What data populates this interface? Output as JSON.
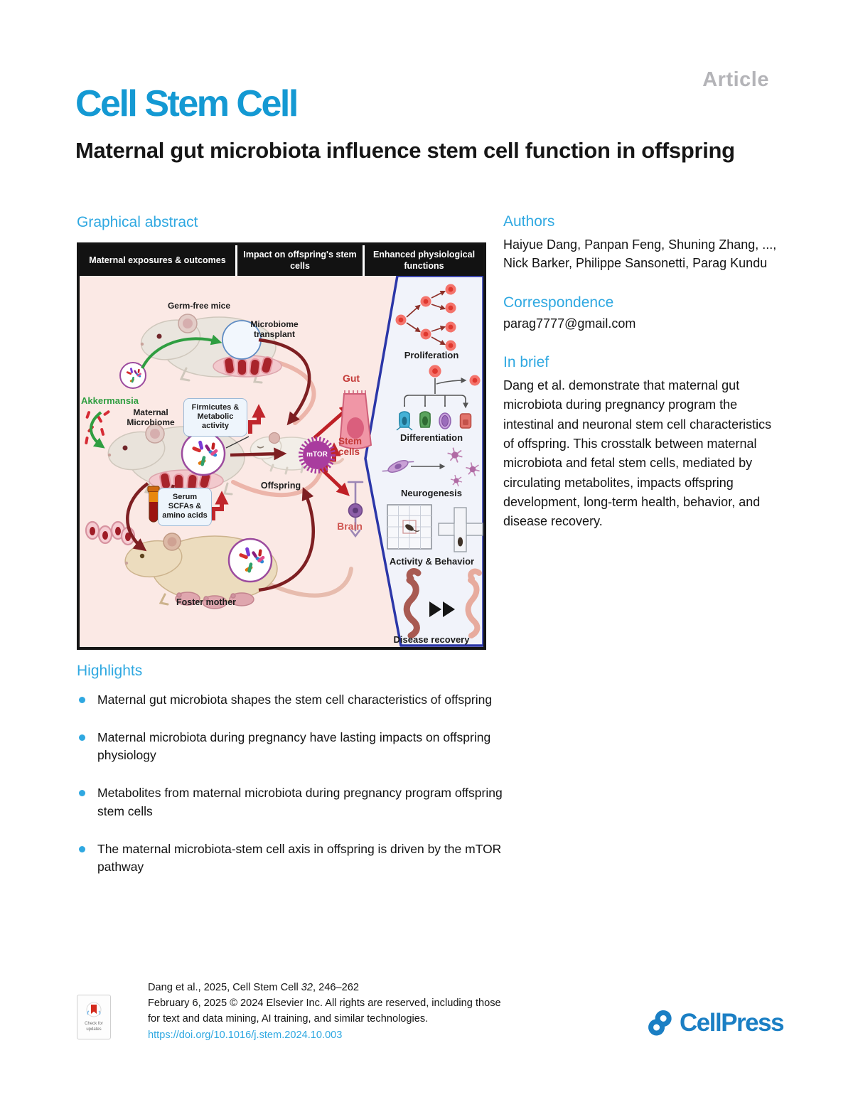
{
  "header": {
    "article_tag": "Article",
    "journal": "Cell Stem Cell",
    "title": "Maternal gut microbiota influence stem cell function in offspring"
  },
  "ga": {
    "heading": "Graphical abstract",
    "col_headers": [
      "Maternal exposures & outcomes",
      "Impact on offspring's stem cells",
      "Enhanced physiological functions"
    ],
    "labels": {
      "germ_free_mice": "Germ-free mice",
      "microbiome_transplant": "Microbiome transplant",
      "akkermansia": "Akkermansia",
      "maternal_microbiome": "Maternal Microbiome",
      "firmicutes": "Firmicutes & Metabolic activity",
      "serum": "Serum SCFAs & amino acids",
      "offspring": "Offspring",
      "foster_mother": "Foster mother",
      "mtor": "mTOR",
      "gut": "Gut",
      "stem_cells": "Stem cells",
      "brain": "Brain",
      "proliferation": "Proliferation",
      "differentiation": "Differentiation",
      "neurogenesis": "Neurogenesis",
      "activity_behavior": "Activity & Behavior",
      "disease_recovery": "Disease recovery"
    }
  },
  "right": {
    "authors_heading": "Authors",
    "authors": "Haiyue Dang, Panpan Feng, Shuning Zhang, ..., Nick Barker, Philippe Sansonetti, Parag Kundu",
    "correspondence_heading": "Correspondence",
    "email": "parag7777@gmail.com",
    "in_brief_heading": "In brief",
    "in_brief": "Dang et al. demonstrate that maternal gut microbiota during pregnancy program the intestinal and neuronal stem cell characteristics of offspring. This crosstalk between maternal microbiota and fetal stem cells, mediated by circulating metabolites, impacts offspring development, long-term health, behavior, and disease recovery."
  },
  "highlights": {
    "heading": "Highlights",
    "items": [
      "Maternal gut microbiota shapes the stem cell characteristics of offspring",
      "Maternal microbiota during pregnancy have lasting impacts on offspring physiology",
      "Metabolites from maternal microbiota during pregnancy program offspring stem cells",
      "The maternal microbiota-stem cell axis in offspring is driven by the mTOR pathway"
    ]
  },
  "footer": {
    "citation_pre": "Dang et al., 2025, Cell Stem Cell ",
    "citation_volume": "32",
    "citation_pages": ", 246–262",
    "rights_line1": "February 6, 2025 © 2024 Elsevier Inc. All rights are reserved, including those",
    "rights_line2": "for text and data mining, AI training, and similar technologies.",
    "doi": "https://doi.org/10.1016/j.stem.2024.10.003",
    "check_badge": "Check for updates",
    "publisher": "CellPress"
  },
  "colors": {
    "accent_blue": "#2fa8e1",
    "logo_blue": "#1499d3",
    "panel_border_blue": "#2b36a8",
    "dark_red": "#7e1f22",
    "bright_red": "#bf2026",
    "green": "#2f9e41",
    "mtor_purple": "#a93c9e"
  }
}
